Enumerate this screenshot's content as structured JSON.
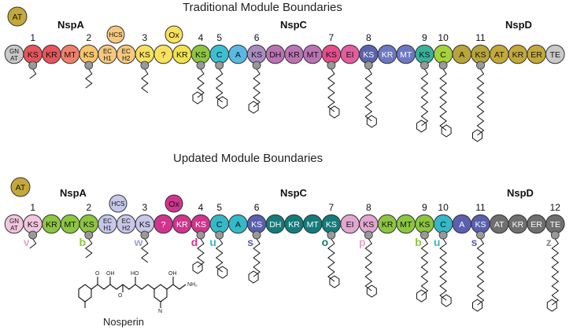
{
  "titles": {
    "top": "Traditional Module Boundaries",
    "bottom": "Updated Module Boundaries"
  },
  "proteins": [
    "NspA",
    "NspC",
    "NspD"
  ],
  "floating": {
    "at": "AT",
    "hcs": "HCS",
    "ox": "Ox"
  },
  "compound_name": "Nosperin",
  "colors": {
    "at_gold": "#c4a93a",
    "ks_red": "#e8545b",
    "mt_red": "#f0806a",
    "kr_green": "#8cc63f",
    "ech_orange": "#f7c97e",
    "ks_orange": "#f9c56b",
    "q_yellow": "#f9e15e",
    "kr_yellow": "#f2e34a",
    "ks_lime": "#b5d334",
    "c_cyan": "#3cbfd1",
    "a_cyan": "#5ab9e4",
    "ks_purple": "#a98bc4",
    "dh_purple": "#bc73b5",
    "ks_pink": "#e84c8a",
    "ei_pink": "#e45d9f",
    "ks_blue": "#5b64ab",
    "kr_navy": "#6d78c3",
    "ks_teal": "#38b29a",
    "c_green": "#a5d23d",
    "a_gold": "#b7a43a",
    "te_gray": "#c9c9c9"
  },
  "top_row": {
    "modules": [
      "1",
      "2",
      "3",
      "4",
      "5",
      "6",
      "7",
      "8",
      "9",
      "10",
      "11"
    ],
    "domains": [
      {
        "label": "GN\nAT",
        "color": "#c9c9c9"
      },
      {
        "label": "KS",
        "color": "#e8545b"
      },
      {
        "label": "KR",
        "color": "#e8545b"
      },
      {
        "label": "MT",
        "color": "#f0806a"
      },
      {
        "label": "KS",
        "color": "#f9c56b"
      },
      {
        "label": "EC\nH1",
        "color": "#f7c97e"
      },
      {
        "label": "EC\nH2",
        "color": "#f7c97e"
      },
      {
        "label": "KS",
        "color": "#f9e15e"
      },
      {
        "label": "?",
        "color": "#f9e15e"
      },
      {
        "label": "KR",
        "color": "#f2e34a"
      },
      {
        "label": "KS",
        "color": "#8cc63f"
      },
      {
        "label": "C",
        "color": "#3cbfd1"
      },
      {
        "label": "A",
        "color": "#5ab9e4"
      },
      {
        "label": "KS",
        "color": "#a98bc4"
      },
      {
        "label": "DH",
        "color": "#bc73b5"
      },
      {
        "label": "KR",
        "color": "#bc73b5"
      },
      {
        "label": "MT",
        "color": "#bc73b5"
      },
      {
        "label": "KS",
        "color": "#e84c8a"
      },
      {
        "label": "EI",
        "color": "#e45d9f"
      },
      {
        "label": "KS",
        "color": "#5b64ab"
      },
      {
        "label": "KR",
        "color": "#6d78c3"
      },
      {
        "label": "MT",
        "color": "#6d78c3"
      },
      {
        "label": "KS",
        "color": "#38b29a"
      },
      {
        "label": "C",
        "color": "#a5d23d"
      },
      {
        "label": "A",
        "color": "#b7a43a"
      },
      {
        "label": "KS",
        "color": "#b7a43a"
      },
      {
        "label": "AT",
        "color": "#c4a93a"
      },
      {
        "label": "KR",
        "color": "#c4a93a"
      },
      {
        "label": "ER",
        "color": "#c4a93a"
      },
      {
        "label": "TE",
        "color": "#c9c9c9"
      }
    ]
  },
  "bottom_row": {
    "modules": [
      "1",
      "2",
      "3",
      "4",
      "5",
      "6",
      "7",
      "8",
      "9",
      "10",
      "11",
      "12"
    ],
    "domains": [
      {
        "label": "GN\nAT",
        "color": "#f2c6df"
      },
      {
        "label": "KS",
        "color": "#f2c6df"
      },
      {
        "label": "KR",
        "color": "#8cc63f"
      },
      {
        "label": "MT",
        "color": "#8cc63f"
      },
      {
        "label": "KS",
        "color": "#8cc63f"
      },
      {
        "label": "EC\nH1",
        "color": "#c7c7ea"
      },
      {
        "label": "EC\nH2",
        "color": "#c7c7ea"
      },
      {
        "label": "KS",
        "color": "#c7c7ea"
      },
      {
        "label": "?",
        "color": "#d0348d"
      },
      {
        "label": "KR",
        "color": "#d0348d"
      },
      {
        "label": "KS",
        "color": "#d0348d"
      },
      {
        "label": "C",
        "color": "#35b8c8"
      },
      {
        "label": "A",
        "color": "#35b8c8"
      },
      {
        "label": "KS",
        "color": "#5b5fb0"
      },
      {
        "label": "DH",
        "color": "#137b7b"
      },
      {
        "label": "KR",
        "color": "#137b7b"
      },
      {
        "label": "MT",
        "color": "#137b7b"
      },
      {
        "label": "KS",
        "color": "#137b7b"
      },
      {
        "label": "EI",
        "color": "#e2a6d0"
      },
      {
        "label": "KS",
        "color": "#e2a6d0"
      },
      {
        "label": "KR",
        "color": "#8cc63f"
      },
      {
        "label": "MT",
        "color": "#8cc63f"
      },
      {
        "label": "KS",
        "color": "#8cc63f"
      },
      {
        "label": "C",
        "color": "#35b8c8"
      },
      {
        "label": "A",
        "color": "#5b5fb0"
      },
      {
        "label": "KS",
        "color": "#5b5fb0"
      },
      {
        "label": "AT",
        "color": "#6f6f6f"
      },
      {
        "label": "KR",
        "color": "#6f6f6f"
      },
      {
        "label": "ER",
        "color": "#6f6f6f"
      },
      {
        "label": "TE",
        "color": "#6f6f6f"
      }
    ],
    "substrate_letters": [
      {
        "letter": "v",
        "color": "#e2a6d0"
      },
      {
        "letter": "b",
        "color": "#8cc63f"
      },
      {
        "letter": "w",
        "color": "#a0a3d8"
      },
      {
        "letter": "d",
        "color": "#d0348d"
      },
      {
        "letter": "u",
        "color": "#35b8c8"
      },
      {
        "letter": "s",
        "color": "#5b5fb0"
      },
      {
        "letter": "o",
        "color": "#137b7b"
      },
      {
        "letter": "p",
        "color": "#e2a6d0"
      },
      {
        "letter": "b",
        "color": "#8cc63f"
      },
      {
        "letter": "u",
        "color": "#35b8c8"
      },
      {
        "letter": "s",
        "color": "#5b5fb0"
      },
      {
        "letter": "z",
        "color": "#8c8c8c"
      }
    ]
  }
}
